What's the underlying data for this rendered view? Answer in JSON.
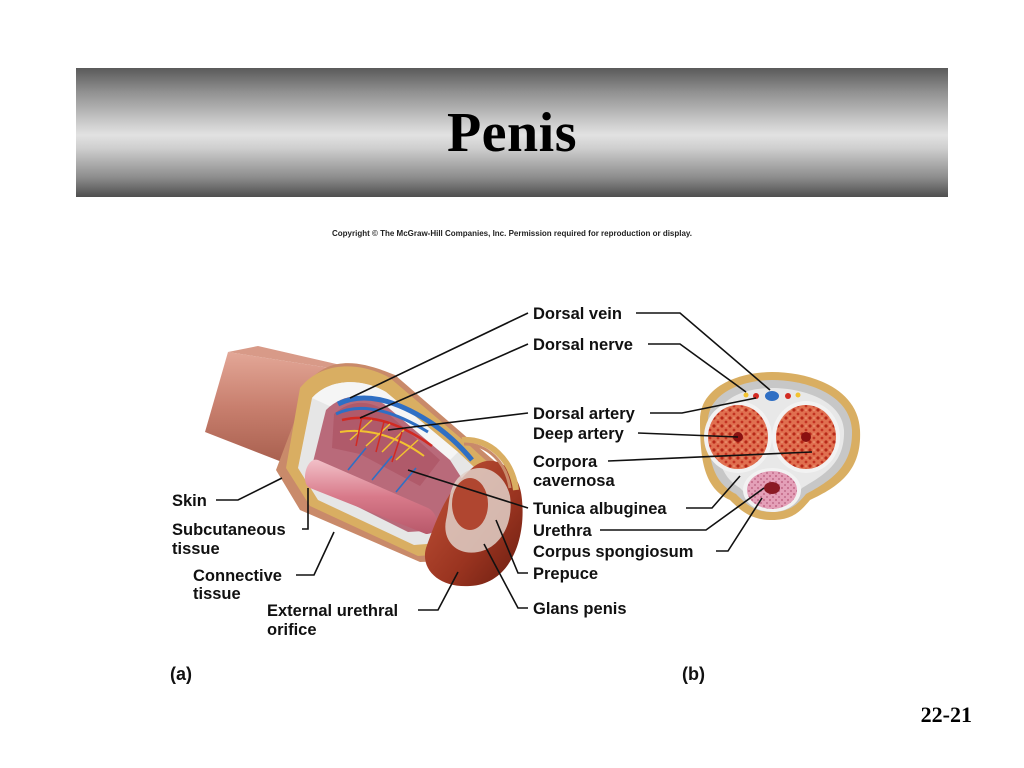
{
  "slide": {
    "title": "Penis",
    "copyright": "Copyright © The McGraw-Hill Companies, Inc. Permission required for reproduction or display.",
    "slide_number": "22-21"
  },
  "figure": {
    "panel_a": "(a)",
    "panel_b": "(b)",
    "labels": {
      "dorsal_vein": "Dorsal vein",
      "dorsal_nerve": "Dorsal nerve",
      "dorsal_artery": "Dorsal artery",
      "deep_artery": "Deep artery",
      "corpora_1": "Corpora",
      "corpora_2": "cavernosa",
      "tunica_albuginea": "Tunica albuginea",
      "urethra": "Urethra",
      "corpus_spongiosum": "Corpus spongiosum",
      "prepuce": "Prepuce",
      "glans_penis": "Glans penis",
      "skin": "Skin",
      "subcutaneous_1": "Subcutaneous",
      "subcutaneous_2": "tissue",
      "connective_1": "Connective",
      "connective_2": "tissue",
      "external_urethral_1": "External urethral",
      "external_urethral_2": "orifice"
    },
    "colors": {
      "skin": "#c87f6e",
      "subcutaneous": "#d9ae62",
      "connective": "#e4e4e4",
      "cavernosa": "#c83a2c",
      "spongiosum": "#d88ba4",
      "vein": "#2f6fc4",
      "artery": "#d22a22",
      "nerve": "#f2c230",
      "glans": "#8a2a18"
    }
  }
}
